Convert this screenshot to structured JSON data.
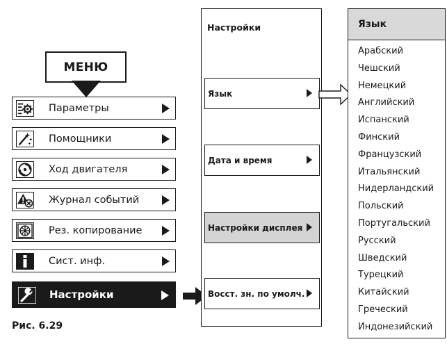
{
  "menu": {
    "header": "МЕНЮ",
    "items": [
      {
        "label": "Параметры",
        "icon": "parameters-icon"
      },
      {
        "label": "Помощники",
        "icon": "wizard-icon"
      },
      {
        "label": "Ход двигателя",
        "icon": "motor-run-icon"
      },
      {
        "label": "Журнал событий",
        "icon": "event-log-icon"
      },
      {
        "label": "Рез. копирование",
        "icon": "backup-icon"
      },
      {
        "label": "Сист. инф.",
        "icon": "info-icon"
      },
      {
        "label": "Настройки",
        "icon": "settings-wrench-icon",
        "active": true
      }
    ]
  },
  "settings_panel": {
    "title": "Настройки",
    "items": [
      {
        "label": "Язык",
        "selected": false
      },
      {
        "label": "Дата и время",
        "selected": false
      },
      {
        "label": "Настройки дисплея",
        "selected": true
      },
      {
        "label": "Восст. зн. по умолч.",
        "selected": false
      }
    ]
  },
  "language_panel": {
    "title": "Язык",
    "items": [
      "Арабский",
      "Чешский",
      "Немецкий",
      "Английский",
      "Испанский",
      "Финский",
      "Французский",
      "Итальянский",
      "Нидерландский",
      "Польский",
      "Португальский",
      "Русский",
      "Шведский",
      "Турецкий",
      "Китайский",
      "Греческий",
      "Индонезийский"
    ]
  },
  "caption": "Рис. 6.29",
  "colors": {
    "ink": "#1a1a1a",
    "selected_gray": "#d4d4d4",
    "header_gray": "#d9d9d9",
    "background": "#ffffff"
  }
}
